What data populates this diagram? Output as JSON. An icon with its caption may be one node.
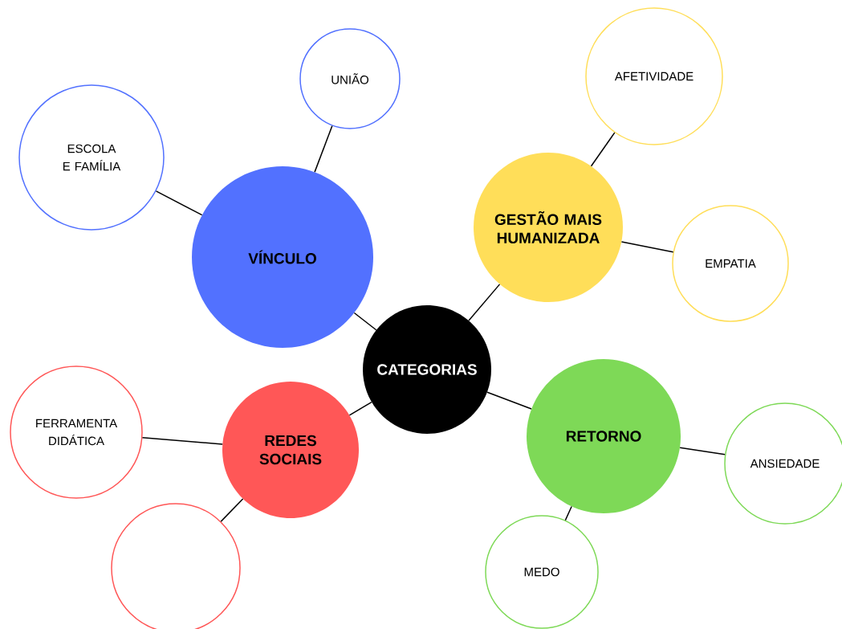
{
  "diagram": {
    "nodes": [
      {
        "text": [
          "CATEGORIAS"
        ]
      },
      {
        "text": [
          "VÍNCULO"
        ]
      },
      {
        "text": [
          "UNIÃO"
        ]
      },
      {
        "text": [
          "ESCOLA E FAMÍLIA"
        ]
      },
      {
        "text": [
          "GESTÃO MAIS HUMANIZADA"
        ]
      },
      {
        "text": [
          "AFETIVIDADE"
        ]
      },
      {
        "text": [
          "EMPATIA"
        ]
      },
      {
        "text": [
          "RETORNO"
        ]
      },
      {
        "text": [
          "ANSIEDADE"
        ]
      },
      {
        "text": [
          "MEDO"
        ]
      },
      {
        "text": [
          "REDES SOCIAIS"
        ]
      },
      {
        "text": [
          "FERRAMENTA DIDÁTICA"
        ]
      },
      {
        "text": [],
        "shape": "circle"
      }
    ],
    "edges": [
      {
        "from": 0,
        "to": 1,
        "arrow": "none"
      },
      {
        "from": 1,
        "to": 2,
        "arrow": "none"
      },
      {
        "from": 1,
        "to": 3,
        "arrow": "none"
      },
      {
        "from": 0,
        "to": 4,
        "arrow": "none"
      },
      {
        "from": 4,
        "to": 5,
        "arrow": "none"
      },
      {
        "from": 4,
        "to": 6,
        "arrow": "none"
      },
      {
        "from": 0,
        "to": 7,
        "arrow": "none"
      },
      {
        "from": 7,
        "to": 8,
        "arrow": "none"
      },
      {
        "from": 7,
        "to": 9,
        "arrow": "none"
      },
      {
        "from": 0,
        "to": 10,
        "arrow": "none"
      },
      {
        "from": 10,
        "to": 11,
        "arrow": "none"
      },
      {
        "from": 10,
        "to": 12,
        "arrow": "none"
      }
    ]
  }
}
